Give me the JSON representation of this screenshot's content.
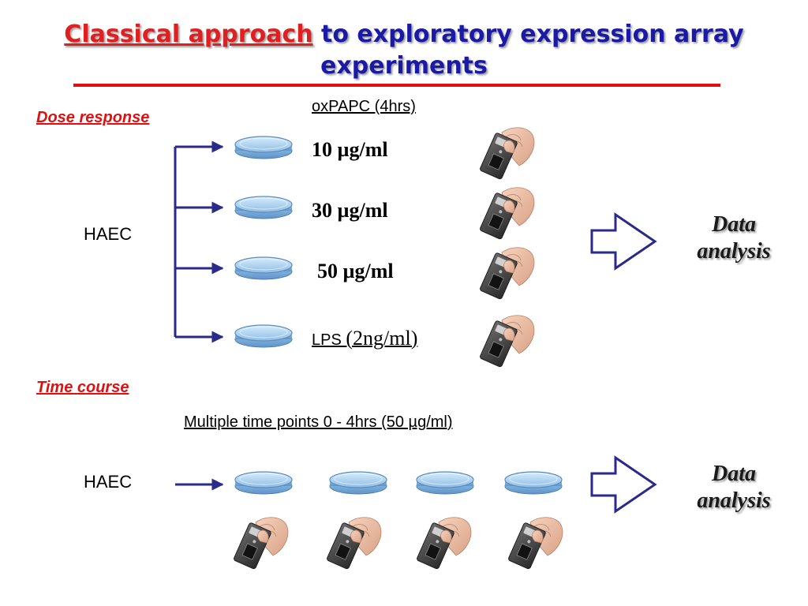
{
  "title": {
    "highlight": "Classical approach",
    "rest_line1": " to exploratory expression array",
    "line2": "experiments"
  },
  "dose_section": {
    "heading": "Dose response",
    "treatment_label": "oxPAPC (4hrs)",
    "cell_label": "HAEC",
    "doses": [
      "10 µg/ml",
      "30 µg/ml",
      "50 µg/ml"
    ],
    "lps_prefix": "LPS ",
    "lps_value": "(2ng/ml)",
    "result_line1": "Data",
    "result_line2": "analysis"
  },
  "time_section": {
    "heading": "Time course",
    "treatment_label": "Multiple time points 0 - 4hrs (50 µg/ml)",
    "cell_label": "HAEC",
    "result_line1": "Data",
    "result_line2": "analysis"
  },
  "colors": {
    "title_blue": "#1a1aa6",
    "accent_red": "#e01010",
    "arrow_navy": "#2a2a8a",
    "dish_blue": "#9cc8ea"
  },
  "icons": [
    "petri-dish-icon",
    "microarray-chip-in-hand-icon",
    "outline-arrow-icon"
  ]
}
